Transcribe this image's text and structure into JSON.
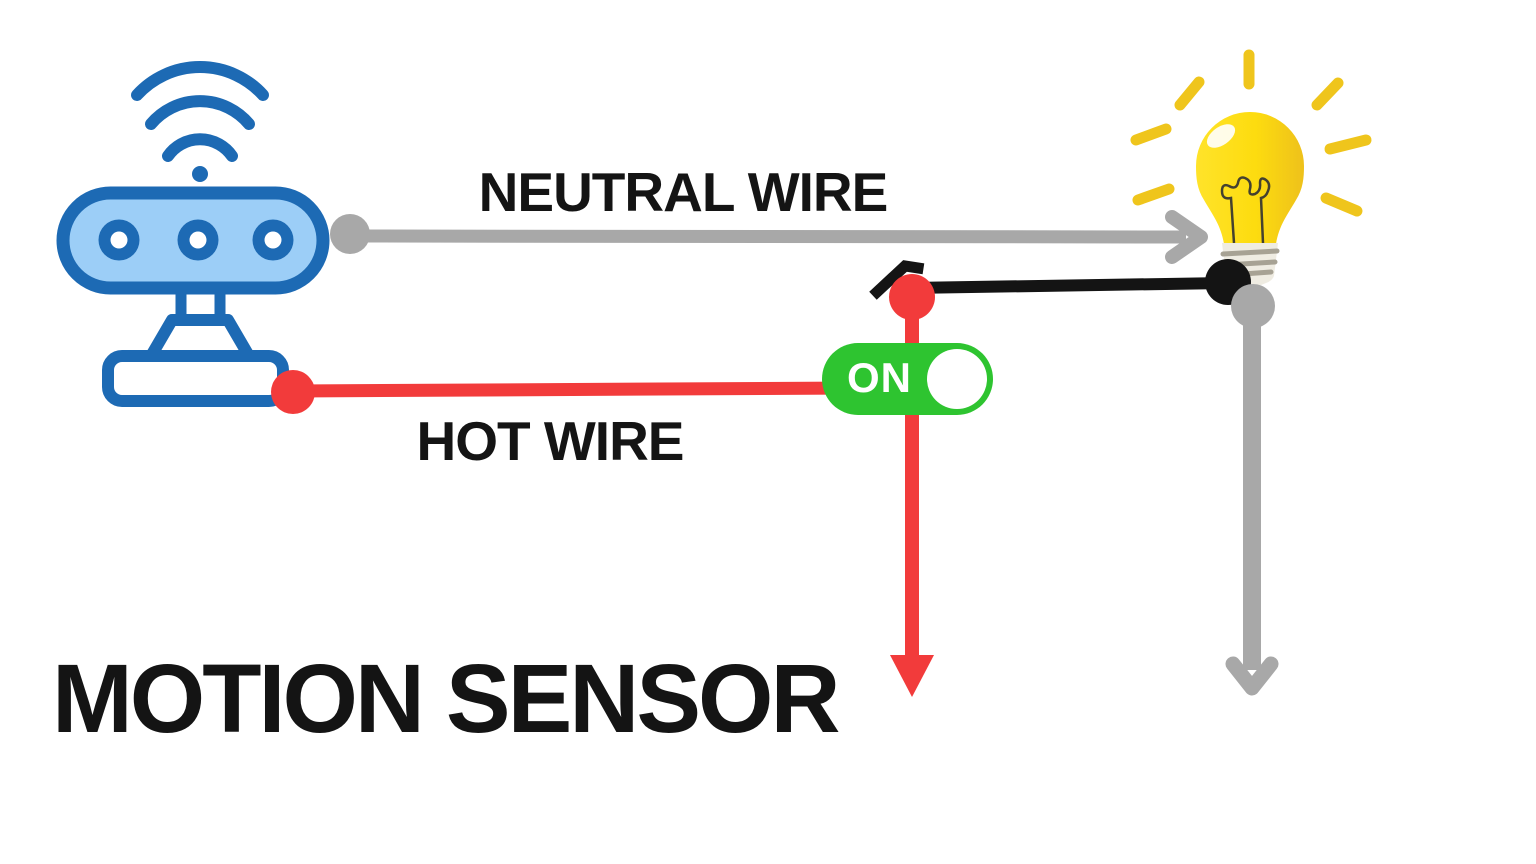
{
  "title": "MOTION SENSOR",
  "labels": {
    "neutral_wire": "NEUTRAL WIRE",
    "hot_wire": "HOT WIRE"
  },
  "switch": {
    "state_label": "ON",
    "is_on": true
  },
  "components": [
    {
      "name": "motion-sensor-icon",
      "meaning": "wifi motion sensor device"
    },
    {
      "name": "neutral-wire",
      "color": "#A8A8A8"
    },
    {
      "name": "hot-wire",
      "color": "#F23B3B"
    },
    {
      "name": "light-switch-toggle",
      "state": "ON",
      "color": "#2EC430"
    },
    {
      "name": "switched-black-wire",
      "color": "#141414"
    },
    {
      "name": "light-bulb-icon",
      "color": "#FDD90F"
    }
  ],
  "colors": {
    "bg": "#FFFFFF",
    "text_black": "#141414",
    "sensor_blue": "#1D6AB4",
    "sensor_blue_light": "#9CCEF7",
    "wire_gray": "#A8A8A8",
    "wire_red": "#F23B3B",
    "wire_black": "#141414",
    "switch_green": "#2EC430",
    "ray_yellow": "#EFC51C",
    "bulb_base_light": "#EFECE2",
    "bulb_base_dark": "#A7A294"
  }
}
